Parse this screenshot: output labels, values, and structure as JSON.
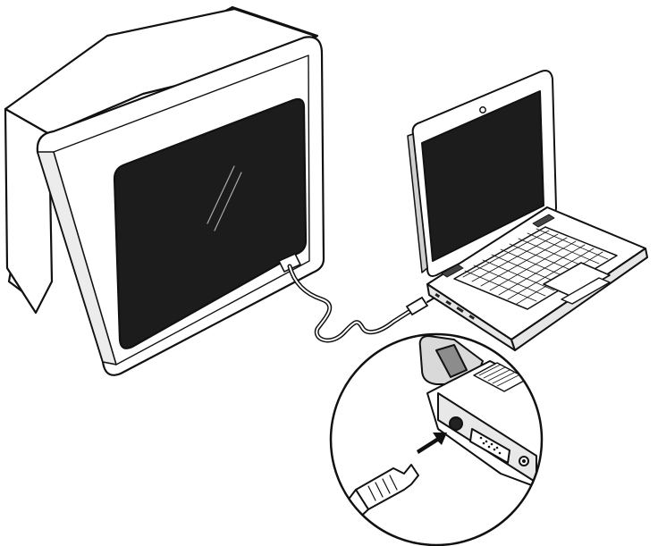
{
  "figure": {
    "kind": "installation-illustration",
    "subjects": [
      "crt-television",
      "laptop",
      "video-cable",
      "connector-detail-inset"
    ],
    "colors": {
      "line": "#111111",
      "screen": "#1c1c1c",
      "body": "#ffffff",
      "shade": "#d9d9d9",
      "dark_shade": "#8c8c8c"
    }
  }
}
